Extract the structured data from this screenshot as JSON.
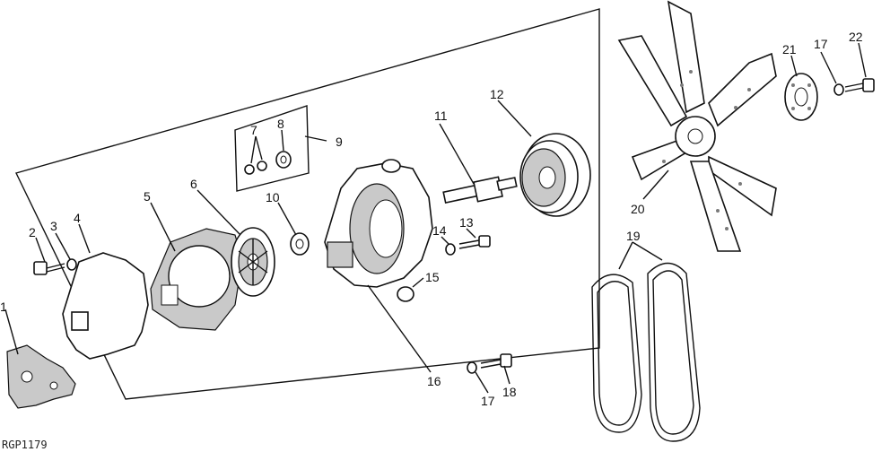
{
  "drawing_code": "RGP1179",
  "callouts": {
    "c1": "1",
    "c2": "2",
    "c3": "3",
    "c4": "4",
    "c5": "5",
    "c6": "6",
    "c7": "7",
    "c8": "8",
    "c9": "9",
    "c10": "10",
    "c11": "11",
    "c12": "12",
    "c13": "13",
    "c14": "14",
    "c15": "15",
    "c16": "16",
    "c17a": "17",
    "c18": "18",
    "c19": "19",
    "c20": "20",
    "c21": "21",
    "c17b": "17",
    "c22": "22"
  }
}
